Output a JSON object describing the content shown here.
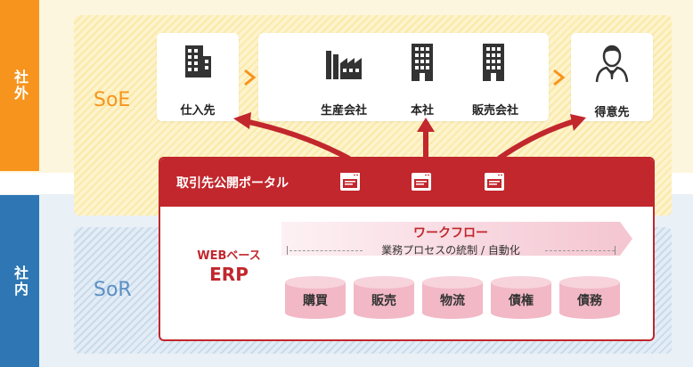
{
  "sides": {
    "outside": "社外",
    "inside": "社内"
  },
  "layers": {
    "soe": "SoE",
    "sor": "SoR"
  },
  "nodes": {
    "supplier": "仕入先",
    "production": "生産会社",
    "headquarters": "本社",
    "sales_company": "販売会社",
    "customer": "得意先"
  },
  "portal": {
    "title": "取引先公開ポータル"
  },
  "erp": {
    "subtitle": "WEBベース",
    "title": "ERP"
  },
  "workflow": {
    "title": "ワークフロー",
    "subtitle": "業務プロセスの統制 / 自動化"
  },
  "modules": [
    "購買",
    "販売",
    "物流",
    "債権",
    "債務"
  ],
  "colors": {
    "accent_red": "#c1272d",
    "soe_orange": "#f7941d",
    "sor_blue": "#2e77b4",
    "module_pink": "#f2b8c6"
  },
  "icons": [
    "building-icon",
    "factory-icon",
    "person-icon",
    "browser-window-icon",
    "arrow-right-icon",
    "database-cylinder-icon"
  ]
}
